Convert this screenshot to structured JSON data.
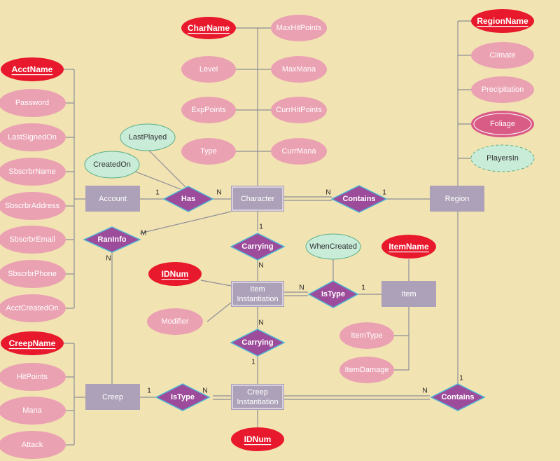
{
  "colors": {
    "background": "#f2e3b2",
    "attribute": "#eaa1b2",
    "key_attribute": "#e8192c",
    "multivalued": "#d95c87",
    "derived": "#c9ecd9",
    "entity": "#aca1b8",
    "relationship": "#9c4c9a",
    "relationship_border": "#4db8d8",
    "line": "#8c8f99"
  },
  "entities": {
    "account": "Account",
    "character": "Character",
    "region": "Region",
    "item_instantiation": [
      "Item",
      "Instantiation"
    ],
    "item": "Item",
    "creep": "Creep",
    "creep_instantiation": [
      "Creep",
      "Instantiation"
    ]
  },
  "relationships": {
    "has": "Has",
    "contains_top": "Contains",
    "raninfo": "RanInfo",
    "carrying_top": "Carrying",
    "istype_item": "IsType",
    "carrying_bottom": "Carrying",
    "istype_creep": "IsType",
    "contains_bottom": "Contains"
  },
  "attributes": {
    "acct_name": "AcctName",
    "password": "Password",
    "last_signed_on": "LastSignedOn",
    "sbscrbr_name": "SbscrbrName",
    "sbscrbr_address": "SbscrbrAddress",
    "sbscrbr_email": "SbscrbrEmail",
    "sbscrbr_phone": "SbscrbrPhone",
    "acct_created_on": "AcctCreatedOn",
    "char_name": "CharName",
    "level": "Level",
    "exp_points": "ExpPoints",
    "type": "Type",
    "max_hit_points": "MaxHitPoints",
    "max_mana": "MaxMana",
    "curr_hit_points": "CurrHitPoints",
    "curr_mana": "CurrMana",
    "last_played": "LastPlayed",
    "created_on": "CreatedOn",
    "region_name": "RegionName",
    "climate": "Climate",
    "precipitation": "Precipitation",
    "foliage": "Foliage",
    "players_in": "PlayersIn",
    "when_created": "WhenCreated",
    "item_name": "ItemName",
    "id_num_item": "IDNum",
    "modifier": "Modifier",
    "item_type": "ItemType",
    "item_damage": "ItemDamage",
    "creep_name": "CreepName",
    "hit_points": "HitPoints",
    "mana": "Mana",
    "attack": "Attack",
    "id_num_creep": "IDNum"
  },
  "cardinalities": {
    "has_account": "1",
    "has_character": "N",
    "contains_character": "N",
    "contains_region": "1",
    "raninfo_m": "M",
    "raninfo_n": "N",
    "carrying_top_character": "1",
    "carrying_top_instance": "N",
    "istype_item_instance": "N",
    "istype_item_item": "1",
    "carrying_bottom_instance": "N",
    "carrying_bottom_creep": "1",
    "istype_creep_creep": "1",
    "istype_creep_instance": "N",
    "contains_bottom_region": "1",
    "contains_bottom_instance": "N"
  }
}
